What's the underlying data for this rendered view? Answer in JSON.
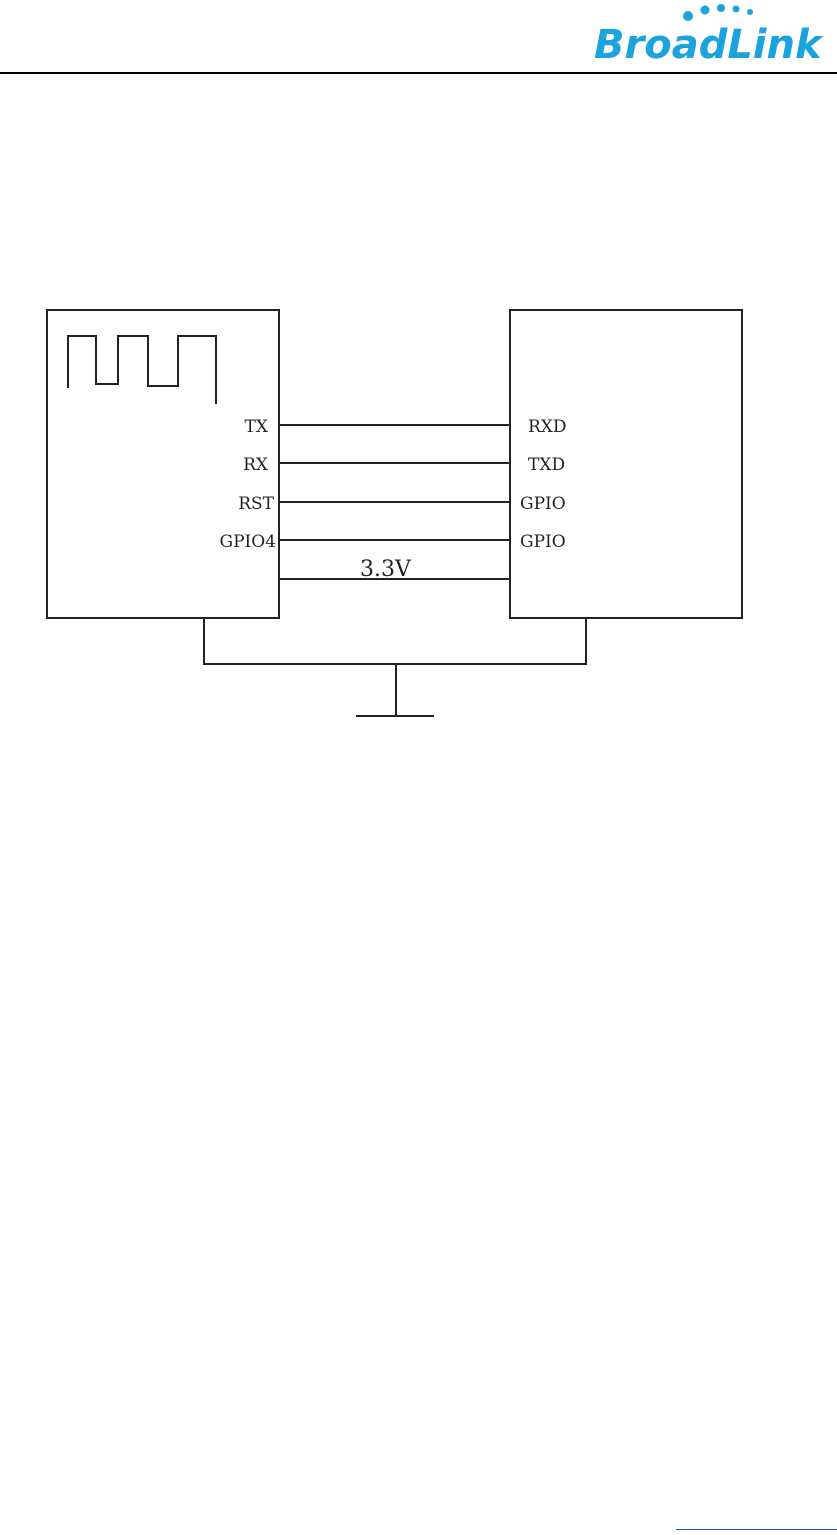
{
  "header": {
    "logo_text": "BroadLink",
    "brand_color": "#1aa3dc"
  },
  "diagram": {
    "left_module": {
      "pins": [
        "TX",
        "RX",
        "RST",
        "GPIO4"
      ]
    },
    "right_module": {
      "pins": [
        "RXD",
        "TXD",
        "GPIO",
        "GPIO"
      ]
    },
    "supply_label": "3.3V"
  }
}
